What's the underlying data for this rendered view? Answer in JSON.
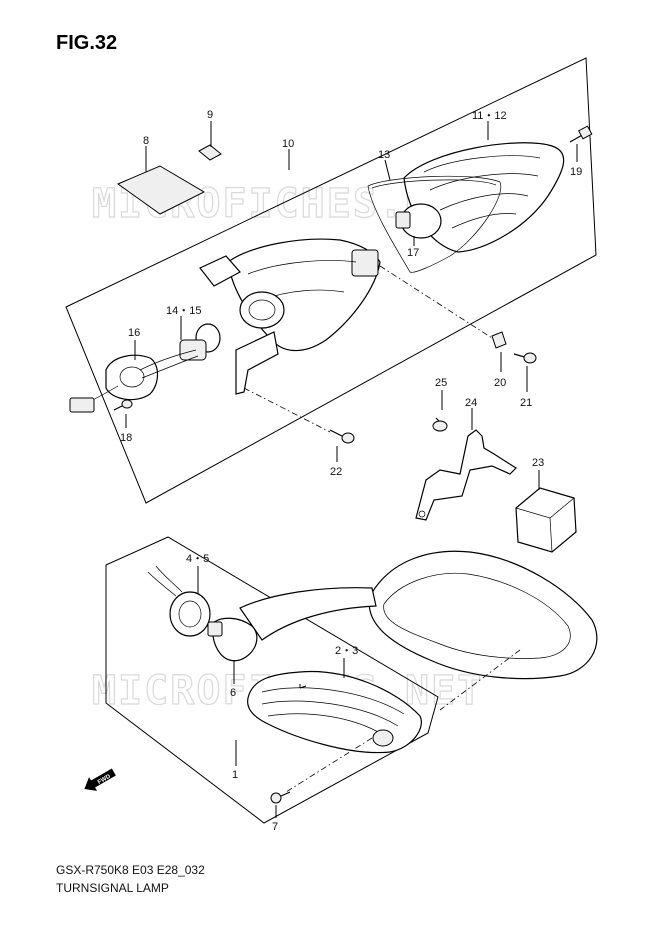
{
  "figure": {
    "title": "FIG.32"
  },
  "watermark": {
    "text": "MICROFICHES.NET"
  },
  "footer": {
    "model_code": "GSX-R750K8 E03 E28_032",
    "section_name": "TURNSIGNAL LAMP"
  },
  "forward_badge": {
    "text": "FWD"
  },
  "callouts": {
    "p1": "1",
    "p23": "2・3",
    "p45": "4・5",
    "p6": "6",
    "p7": "7",
    "p8": "8",
    "p9": "9",
    "p10": "10",
    "p1112": "11・12",
    "p13": "13",
    "p1415": "14・15",
    "p16": "16",
    "p17": "17",
    "p18": "18",
    "p19": "19",
    "p20": "20",
    "p21": "21",
    "p22": "22",
    "p23b": "23",
    "p24": "24",
    "p25": "25"
  }
}
